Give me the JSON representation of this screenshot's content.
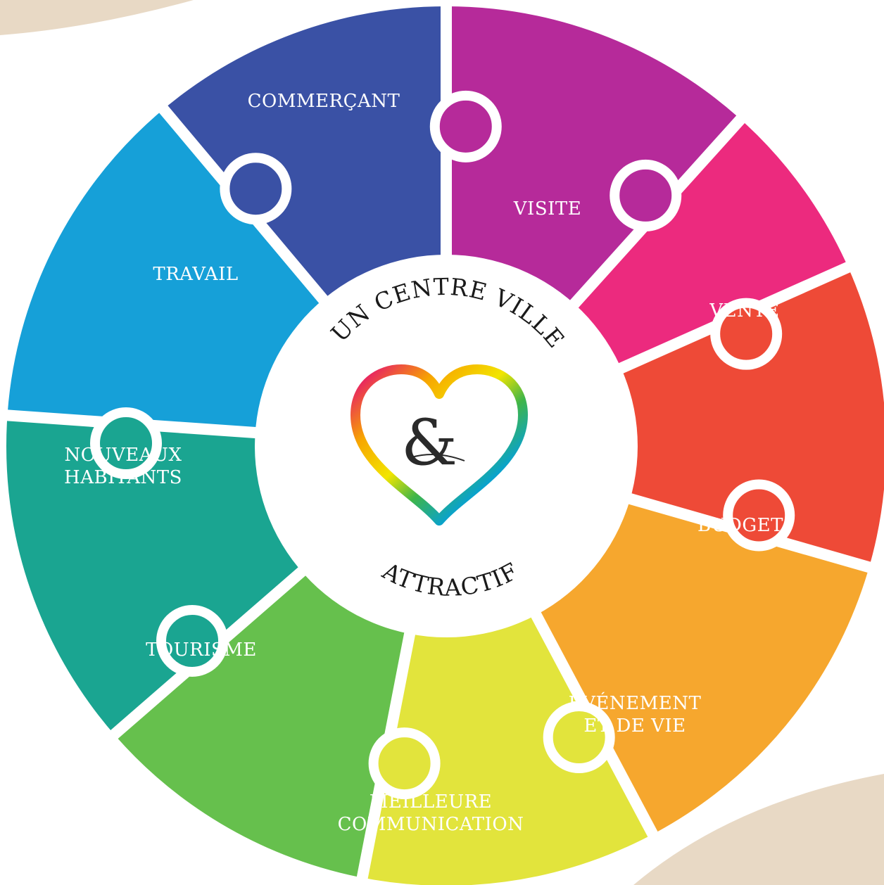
{
  "center": {
    "title_top": "UN CENTRE VILLE",
    "title_bottom": "ATTRACTIF",
    "logo": "heart-ampersand-logo"
  },
  "segments": [
    {
      "id": "commercant",
      "label_lines": [
        "COMMERÇANT"
      ],
      "color": "#b62a9a"
    },
    {
      "id": "visite",
      "label_lines": [
        "VISITE"
      ],
      "color": "#ec2a7e"
    },
    {
      "id": "vente",
      "label_lines": [
        "VENTE"
      ],
      "color": "#ee4a37"
    },
    {
      "id": "budget",
      "label_lines": [
        "BUDGET"
      ],
      "color": "#f6a72e"
    },
    {
      "id": "evenement",
      "label_lines": [
        "ÉVÉNEMENT",
        "ET DE VIE"
      ],
      "color": "#e2e43c"
    },
    {
      "id": "communication",
      "label_lines": [
        "MEILLEURE",
        "COMMUNICATION"
      ],
      "color": "#66c04d"
    },
    {
      "id": "tourisme",
      "label_lines": [
        "TOURISME"
      ],
      "color": "#1aa591"
    },
    {
      "id": "habitants",
      "label_lines": [
        "NOUVEAUX",
        "HABITANTS"
      ],
      "color": "#16a0d8"
    },
    {
      "id": "travail",
      "label_lines": [
        "TRAVAIL"
      ],
      "color": "#3a51a5"
    }
  ],
  "colors": {
    "background": "#ffffff",
    "beige_accent": "#e8d9c5",
    "center_fill": "#ffffff",
    "center_text": "#1a1a1a"
  }
}
